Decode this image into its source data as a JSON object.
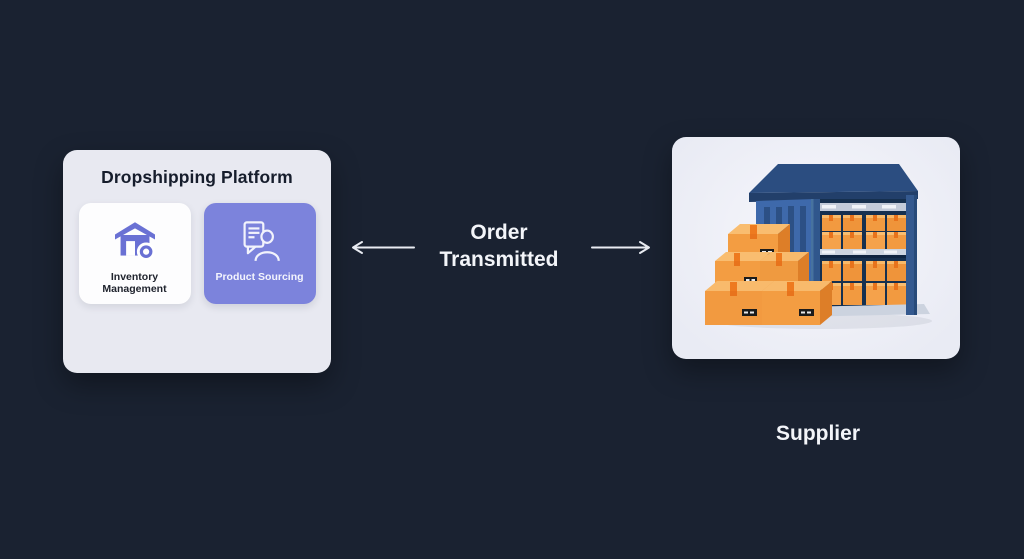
{
  "platform_card": {
    "title": "Dropshipping Platform",
    "tiles": [
      {
        "label": "Inventory Management",
        "icon": "warehouse-badge-icon",
        "bg": "#fdfdfe"
      },
      {
        "label": "Product Sourcing",
        "icon": "document-person-icon",
        "bg": "#7c83dc"
      }
    ]
  },
  "connection": {
    "line1": "Order",
    "line2": "Transmitted",
    "arrows": [
      "arrow-left-icon",
      "arrow-right-icon"
    ]
  },
  "supplier": {
    "label": "Supplier",
    "illustration": "warehouse-with-boxes"
  },
  "colors": {
    "background": "#1a2231",
    "card_bg": "#e8e9f1",
    "accent_purple": "#7c83dc",
    "icon_purple": "#6a71d4",
    "box_orange": "#f29a40",
    "warehouse_blue": "#3e69ab",
    "text_dark": "#161d2c",
    "text_light": "#f3f5f9"
  }
}
